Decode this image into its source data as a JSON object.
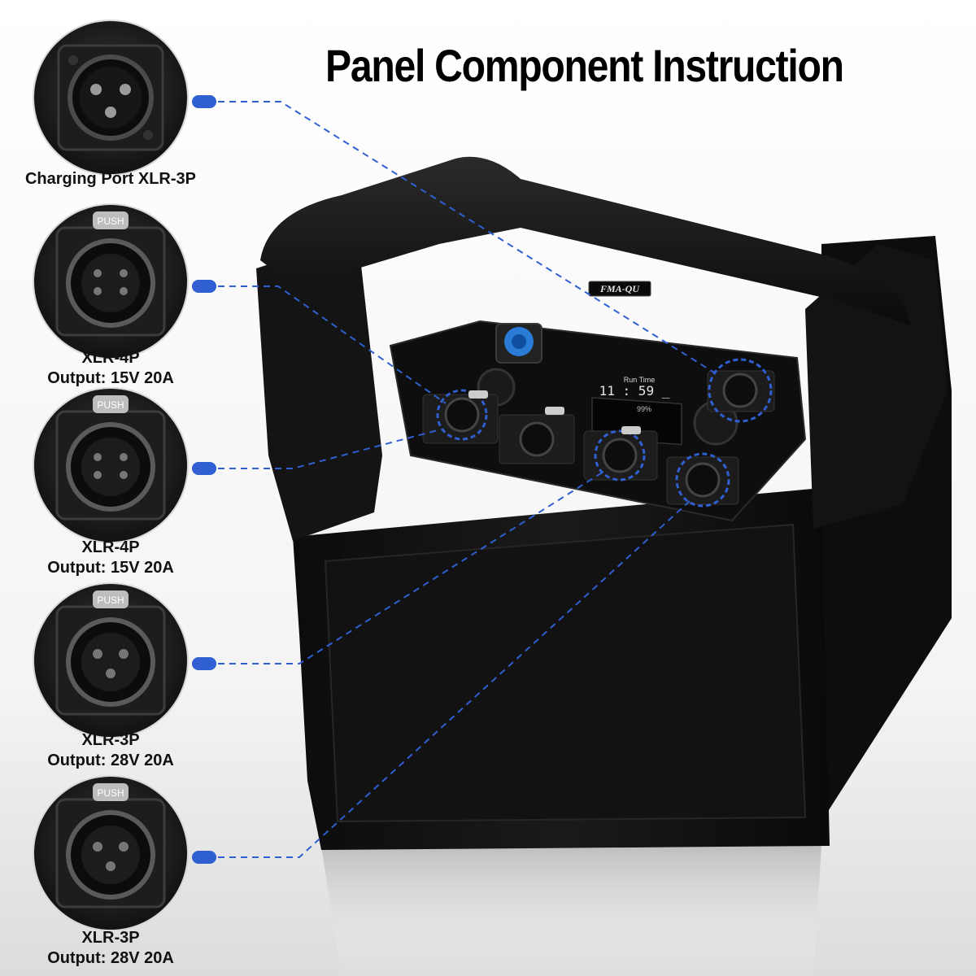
{
  "title": "Panel Component Instruction",
  "accent_color": "#2f5fd0",
  "device": {
    "brand": "FMA-QU",
    "display_header": "Run Time",
    "display_value": "11 : 59 _",
    "display_percent": "99%"
  },
  "connectors": [
    {
      "name": "Charging Port XLR-3P",
      "line1": "Charging Port XLR-3P",
      "line2": "",
      "icon": "xlr-3p-male-icon",
      "latch": ""
    },
    {
      "name": "XLR-4P",
      "line1": "XLR-4P",
      "line2": "Output: 15V  20A",
      "icon": "xlr-4p-female-icon",
      "latch": "PUSH"
    },
    {
      "name": "XLR-4P",
      "line1": "XLR-4P",
      "line2": "Output: 15V  20A",
      "icon": "xlr-4p-female-icon",
      "latch": "PUSH"
    },
    {
      "name": "XLR-3P",
      "line1": "XLR-3P",
      "line2": "Output: 28V  20A",
      "icon": "xlr-3p-female-icon",
      "latch": "PUSH"
    },
    {
      "name": "XLR-3P",
      "line1": "XLR-3P",
      "line2": "Output: 28V  20A",
      "icon": "xlr-3p-female-icon",
      "latch": "PUSH"
    }
  ]
}
